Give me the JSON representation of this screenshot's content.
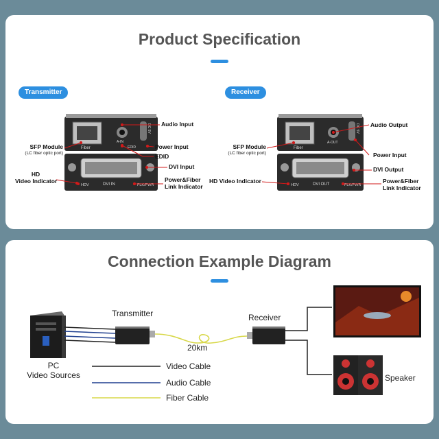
{
  "spec": {
    "title": "Product Specification",
    "transmitter": {
      "badge": "Transmitter",
      "labels": {
        "sfp": "SFP Module",
        "sfp_sub": "(LC fiber optic port)",
        "hd": "HD",
        "hd2": "Video Indicator",
        "audio_in": "Audio Input",
        "power_in": "Power Input",
        "edid": "EDID",
        "dvi_in": "DVI Input",
        "pf1": "Power&Fiber",
        "pf2": "Link Indicator"
      },
      "panel_text": {
        "fiber": "Fiber",
        "ain": "A-IN",
        "edid": "EDID",
        "dc": "DC 5V",
        "hdv": "HDV",
        "dvi": "DVI IN",
        "flk": "FLK/PWR"
      }
    },
    "receiver": {
      "badge": "Receiver",
      "labels": {
        "sfp": "SFP Module",
        "sfp_sub": "(LC fiber optic port)",
        "hd": "HD Video Indicator",
        "audio_out": "Audio Output",
        "power_in": "Power Input",
        "dvi_out": "DVI Output",
        "pf1": "Power&Fiber",
        "pf2": "Link Indicator"
      },
      "panel_text": {
        "fiber": "Fiber",
        "aout": "A-OUT",
        "dc": "DC 5V",
        "hdv": "HDV",
        "dvi": "DVI OUT",
        "flk": "FLK/PWR"
      }
    }
  },
  "diagram": {
    "title": "Connection Example Diagram",
    "transmitter": "Transmitter",
    "receiver": "Receiver",
    "distance": "20km",
    "pc1": "PC",
    "pc2": "Video Sources",
    "speaker": "Speaker",
    "legend": [
      {
        "label": "Video Cable",
        "color": "#222222"
      },
      {
        "label": "Audio Cable",
        "color": "#1f3f8f"
      },
      {
        "label": "Fiber Cable",
        "color": "#d8d84a"
      }
    ]
  },
  "colors": {
    "accent": "#2d8fe0",
    "background": "#6b8b99",
    "pointer": "#d11a1a"
  }
}
